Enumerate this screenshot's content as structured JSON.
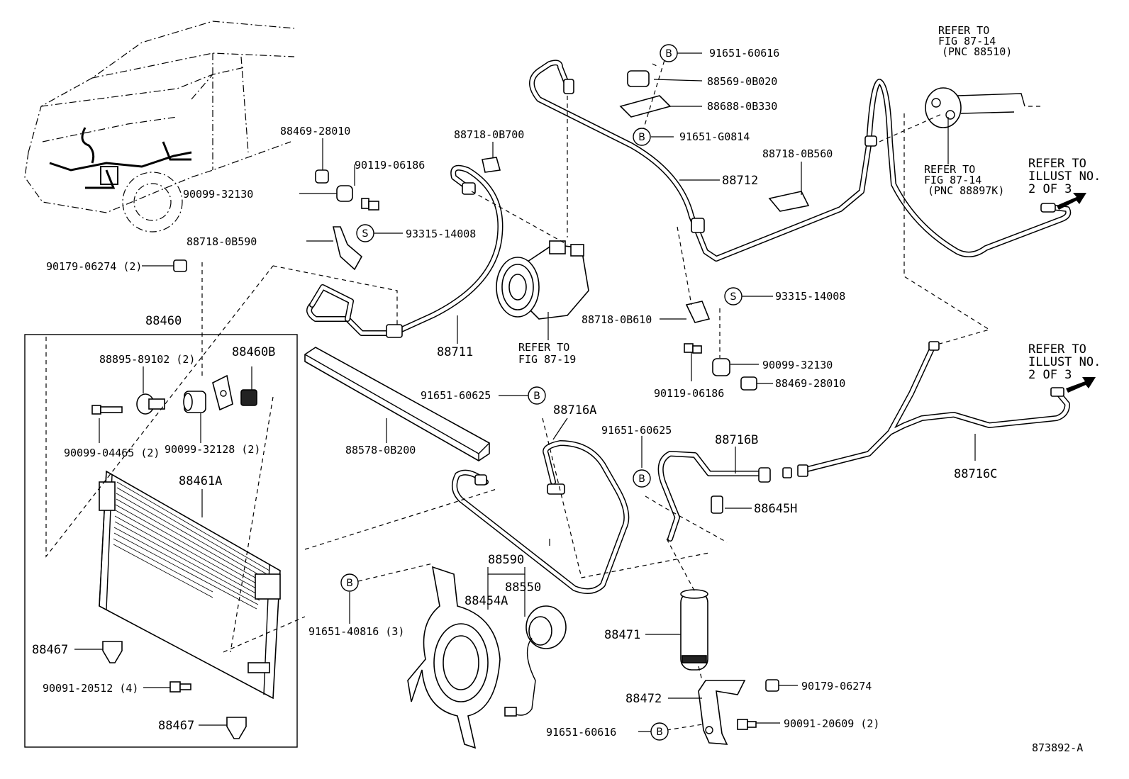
{
  "diagram_id": "873892-A",
  "labels": {
    "p91651_60616_top": "91651-60616",
    "p88569": "88569-0B020",
    "p88688": "88688-0B330",
    "p91651_G0814": "91651-G0814",
    "p88712": "88712",
    "p88718_0B560": "88718-0B560",
    "p88469_top": "88469-28010",
    "p90119_top": "90119-06186",
    "p90099_32130_top": "90099-32130",
    "p88718_0B700": "88718-0B700",
    "p88718_0B590": "88718-0B590",
    "p93315_top": "93315-14008",
    "p90179_06274_2": "90179-06274 (2)",
    "p88711": "88711",
    "p88460": "88460",
    "p88895": "88895-89102 (2)",
    "p88460B": "88460B",
    "p90099_04465": "90099-04465 (2)",
    "p90099_32128": "90099-32128 (2)",
    "p88461A": "88461A",
    "p88467_a": "88467",
    "p90091_20512": "90091-20512 (4)",
    "p88467_b": "88467",
    "p88578": "88578-0B200",
    "p91651_60625_a": "91651-60625",
    "p88716A": "88716A",
    "p91651_60625_b": "91651-60625",
    "p88716B": "88716B",
    "p88716C": "88716C",
    "p88645H": "88645H",
    "p88718_0B610": "88718-0B610",
    "p93315_mid": "93315-14008",
    "p90099_32130_mid": "90099-32130",
    "p90119_mid": "90119-06186",
    "p88469_mid": "88469-28010",
    "p88590": "88590",
    "p88550": "88550",
    "p88454A": "88454A",
    "p91651_40816": "91651-40816 (3)",
    "p88471": "88471",
    "p88472": "88472",
    "p90179_06274": "90179-06274",
    "p91651_60616_bot": "91651-60616",
    "p90091_20609": "90091-20609 (2)"
  },
  "refs": {
    "fig8719_l1": "REFER TO",
    "fig8719_l2": "FIG 87-19",
    "top1_l1": "REFER TO",
    "top1_l2": "FIG 87-14",
    "top1_l3": "(PNC 88510)",
    "top2_l1": "REFER TO",
    "top2_l2": "FIG 87-14",
    "top2_l3": "(PNC 88897K)",
    "ill1_l1": "REFER TO",
    "ill1_l2": "ILLUST NO.",
    "ill1_l3": "2 OF 3",
    "ill2_l1": "REFER TO",
    "ill2_l2": "ILLUST NO.",
    "ill2_l3": "2 OF 3"
  },
  "symbols": {
    "bolt": "B",
    "screw": "S"
  }
}
